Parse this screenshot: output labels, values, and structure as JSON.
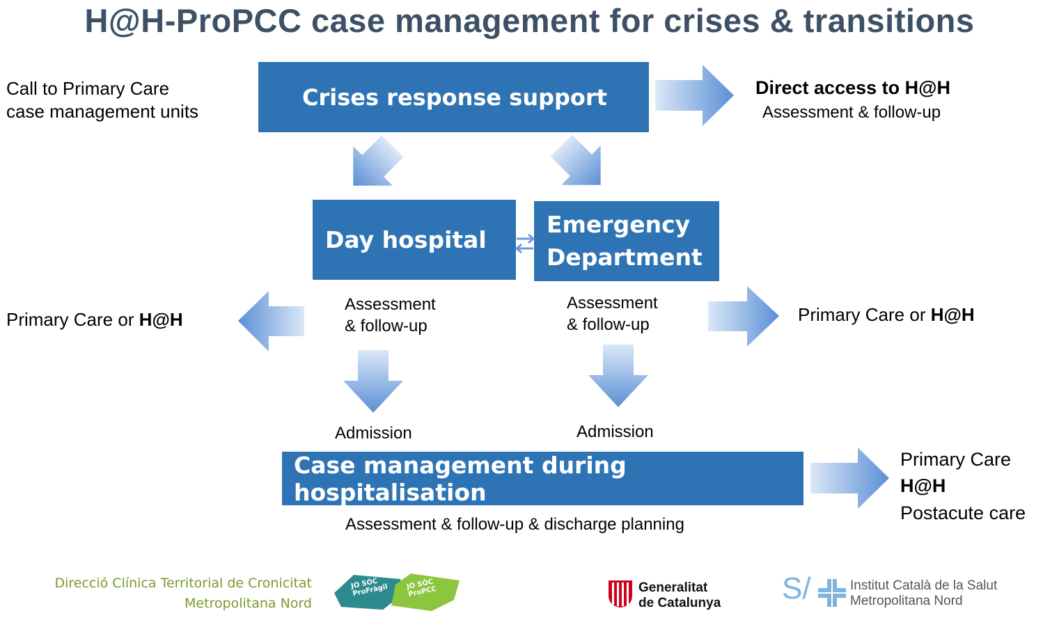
{
  "title": "H@H-ProPCC case management for crises & transitions",
  "boxes": {
    "crises": "Crises response support",
    "day_hospital": "Day hospital",
    "emergency_line1": "Emergency",
    "emergency_line2": "Department",
    "case_management": "Case management during hospitalisation"
  },
  "labels": {
    "call_line1": "Call to Primary Care",
    "call_line2": "case management units",
    "direct_access": "Direct access to H@H",
    "direct_followup": "Assessment & follow-up",
    "left_primary": "Primary Care or ",
    "left_hah": "H@H",
    "right_primary": "Primary Care or ",
    "right_hah": "H@H",
    "day_assess_line1": "Assessment",
    "day_assess_line2": "& follow-up",
    "er_assess_line1": "Assessment",
    "er_assess_line2": "& follow-up",
    "admission_left": "Admission",
    "admission_right": "Admission",
    "discharge": "Assessment & follow-up & discharge planning",
    "outcome_primary": "Primary Care",
    "outcome_hah": "H@H",
    "outcome_postacute": "Postacute care"
  },
  "footer": {
    "direccio_line1": "Direcció Clínica Territorial de Cronicitat",
    "direccio_line2": "Metropolitana Nord",
    "logo_profragil_top": "JO SÓC",
    "logo_profragil": "ProFràgil",
    "logo_propcc_top": "JO SÓC",
    "logo_propcc": "ProPCC",
    "gencat_line1": "Generalitat",
    "gencat_line2": "de Catalunya",
    "ics_line1": "Institut Català de la Salut",
    "ics_line2": "Metropolitana Nord"
  },
  "colors": {
    "box_blue": "#2e74b5",
    "title": "#3d5066",
    "arrow_light": "#dbe8f7",
    "arrow_dark": "#5b8fd6",
    "footer_green": "#7a9a2e"
  }
}
